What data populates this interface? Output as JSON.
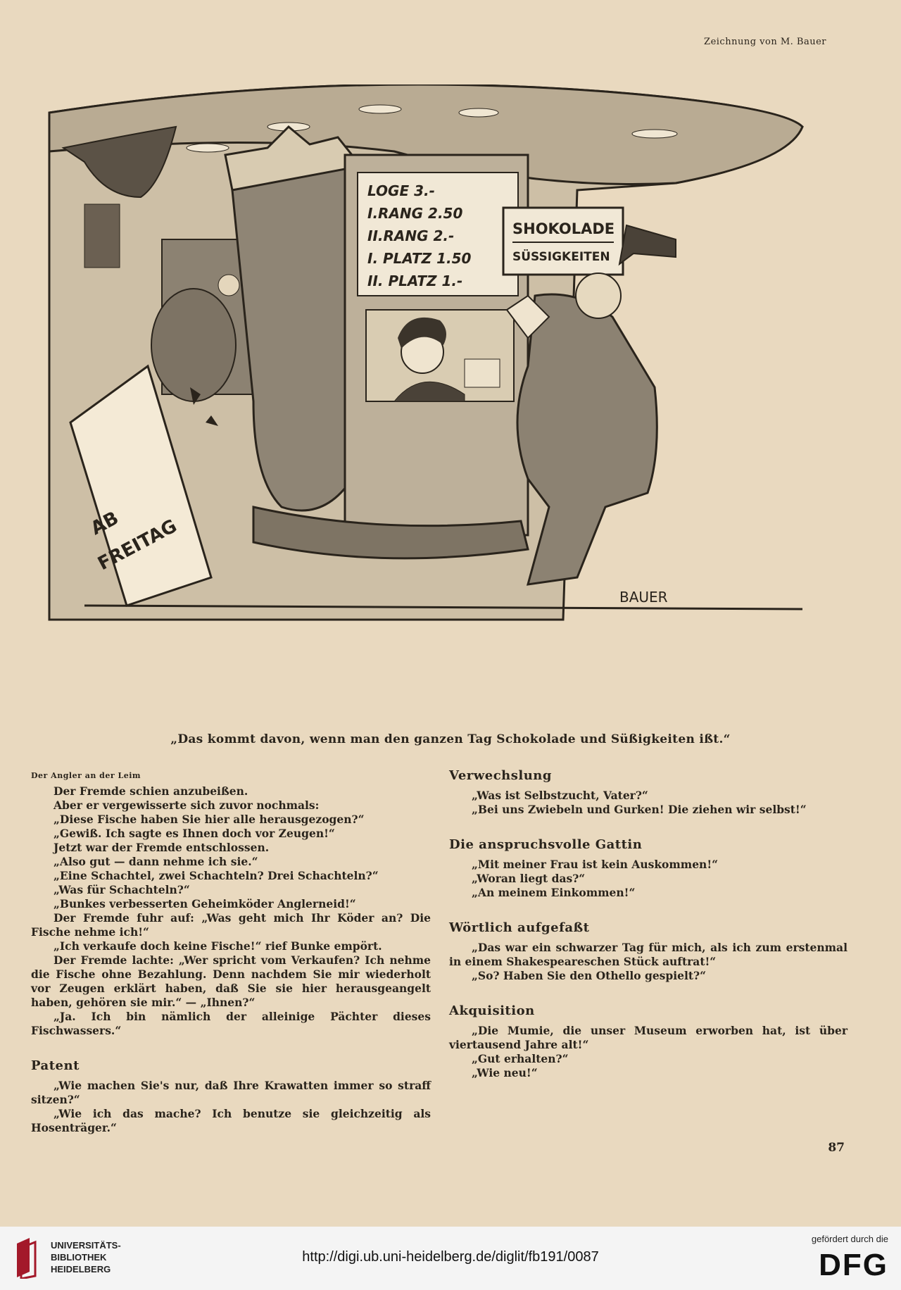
{
  "credit": "Zeichnung von M. Bauer",
  "illustration": {
    "price_board": [
      "LOGE 3.-",
      "I.RANG 2.50",
      "II.RANG 2.-",
      "I. PLATZ 1.50",
      "II. PLATZ 1.-"
    ],
    "sign_line1": "SHOKOLADE",
    "sign_line2": "SÜSSIGKEITEN",
    "poster_text1": "AB",
    "poster_text2": "FREITAG",
    "signature": "BAUER"
  },
  "caption": "„Das kommt davon, wenn man den ganzen Tag Schokolade und Süßigkeiten ißt.“",
  "left_column": {
    "angler": {
      "title": "Der Angler an der Leim",
      "paragraphs": [
        "Der Fremde schien anzubeißen.",
        "Aber er vergewisserte sich zuvor nochmals:",
        "„Diese Fische haben Sie hier alle herausgezogen?“",
        "„Gewiß. Ich sagte es Ihnen doch vor Zeugen!“",
        "Jetzt war der Fremde entschlossen.",
        "„Also gut — dann nehme ich sie.“",
        "„Eine Schachtel, zwei Schachteln? Drei Schachteln?“",
        "„Was für Schachteln?“",
        "„Bunkes verbesserten Geheimköder Anglerneid!“",
        "Der Fremde fuhr auf: „Was geht mich Ihr Köder an? Die Fische nehme ich!“",
        "„Ich verkaufe doch keine Fische!“ rief Bunke empört.",
        "Der Fremde lachte: „Wer spricht vom Verkaufen? Ich nehme die Fische ohne Bezahlung. Denn nachdem Sie mir wiederholt vor Zeugen erklärt haben, daß Sie sie hier herausgeangelt haben, gehören sie mir.“ — „Ihnen?“",
        "„Ja. Ich bin nämlich der alleinige Pächter dieses Fischwassers.“"
      ]
    },
    "patent": {
      "title": "Patent",
      "paragraphs": [
        "„Wie machen Sie's nur, daß Ihre Krawatten immer so straff sitzen?“",
        "„Wie ich das mache? Ich benutze sie gleichzeitig als Hosenträger.“"
      ]
    }
  },
  "right_column": {
    "verwechslung": {
      "title": "Verwechslung",
      "paragraphs": [
        "„Was ist Selbstzucht, Vater?“",
        "„Bei uns Zwiebeln und Gurken! Die ziehen wir selbst!“"
      ]
    },
    "gattin": {
      "title": "Die anspruchsvolle Gattin",
      "paragraphs": [
        "„Mit meiner Frau ist kein Auskommen!“",
        "„Woran liegt das?“",
        "„An meinem Einkommen!“"
      ]
    },
    "woertlich": {
      "title": "Wörtlich aufgefaßt",
      "paragraphs": [
        "„Das war ein schwarzer Tag für mich, als ich zum erstenmal in einem Shakespeareschen Stück auftrat!“",
        "„So? Haben Sie den Othello gespielt?“"
      ]
    },
    "akquisition": {
      "title": "Akquisition",
      "paragraphs": [
        "„Die Mumie, die unser Museum erworben hat, ist über viertausend Jahre alt!“",
        "„Gut erhalten?“",
        "„Wie neu!“"
      ]
    }
  },
  "page_number": "87",
  "footer": {
    "library_line1": "UNIVERSITÄTS-",
    "library_line2": "BIBLIOTHEK",
    "library_line3": "HEIDELBERG",
    "url": "http://digi.ub.uni-heidelberg.de/diglit/fb191/0087",
    "funded_by": "gefördert durch die",
    "dfg": "DFG"
  }
}
